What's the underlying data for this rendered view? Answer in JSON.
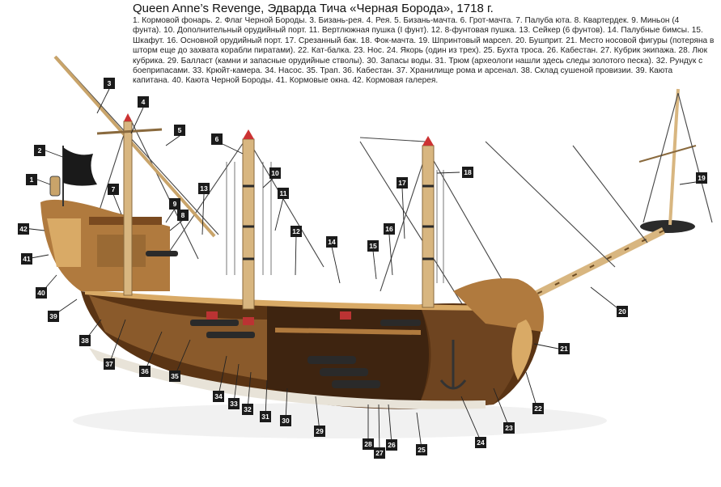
{
  "title": "Queen Anne’s Revenge, Эдварда Тича «Черная Борода», 1718 г.",
  "legend": [
    "1. Кормовой фонарь.",
    "2. Флаг Черной Бороды.",
    "3. Бизань-рея.",
    "4. Рея.",
    "5. Бизань-мачта.",
    "6. Грот-мачта.",
    "7. Палуба юта.",
    "8. Квартердек.",
    "9. Миньон (4 фунта).",
    "10. Дополнительный орудийный порт.",
    "11. Вертлюжная пушка (I фунт).",
    "12. 8-фунтовая пушка.",
    "13. Сейкер (6 фунтов).",
    "14. Палубные бимсы.",
    "15. Шкафут.",
    "16. Основной орудийный порт.",
    "17. Срезанный бак.",
    "18. Фок-мачта.",
    "19. Шпринтовый марсел.",
    "20. Бушприт.",
    "21. Место носовой фигуры (потеряна в шторм еще до захвата корабли пиратами).",
    "22. Кат-балка.",
    "23. Нос.",
    "24. Якорь (один из трех).",
    "25. Бухта троса.",
    "26. Кабестан.",
    "27. Кубрик экипажа.",
    "28. Люк кубрика.",
    "29. Балласт (камни и запасные орудийные стволы).",
    "30. Запасы воды.",
    "31. Трюм (археологи нашли здесь следы золотого песка).",
    "32. Рундук с боеприпасами.",
    "33. Крюйт-камера.",
    "34. Насос.",
    "35. Трап.",
    "36. Кабестан.",
    "37. Хранилище рома и арсенал.",
    "38. Склад сушеной провизии.",
    "39. Каюта капитана.",
    "40. Каюта Черной Бороды.",
    "41. Кормовые окна.",
    "42. Кормовая галерея."
  ],
  "callouts": [
    "1",
    "2",
    "3",
    "4",
    "5",
    "6",
    "7",
    "8",
    "9",
    "10",
    "11",
    "12",
    "13",
    "14",
    "15",
    "16",
    "17",
    "18",
    "19",
    "20",
    "21",
    "22",
    "23",
    "24",
    "25",
    "26",
    "27",
    "28",
    "29",
    "30",
    "31",
    "32",
    "33",
    "34",
    "35",
    "36",
    "37",
    "38",
    "39",
    "40",
    "41",
    "42"
  ],
  "colors": {
    "hull_dark": "#5a3414",
    "hull_wood": "#b07a3e",
    "deck_light": "#d9aa66",
    "mast": "#d8b680",
    "flag": "#1a1a1a",
    "callout_bg": "#1b1b1b",
    "rigging": "#444444"
  }
}
